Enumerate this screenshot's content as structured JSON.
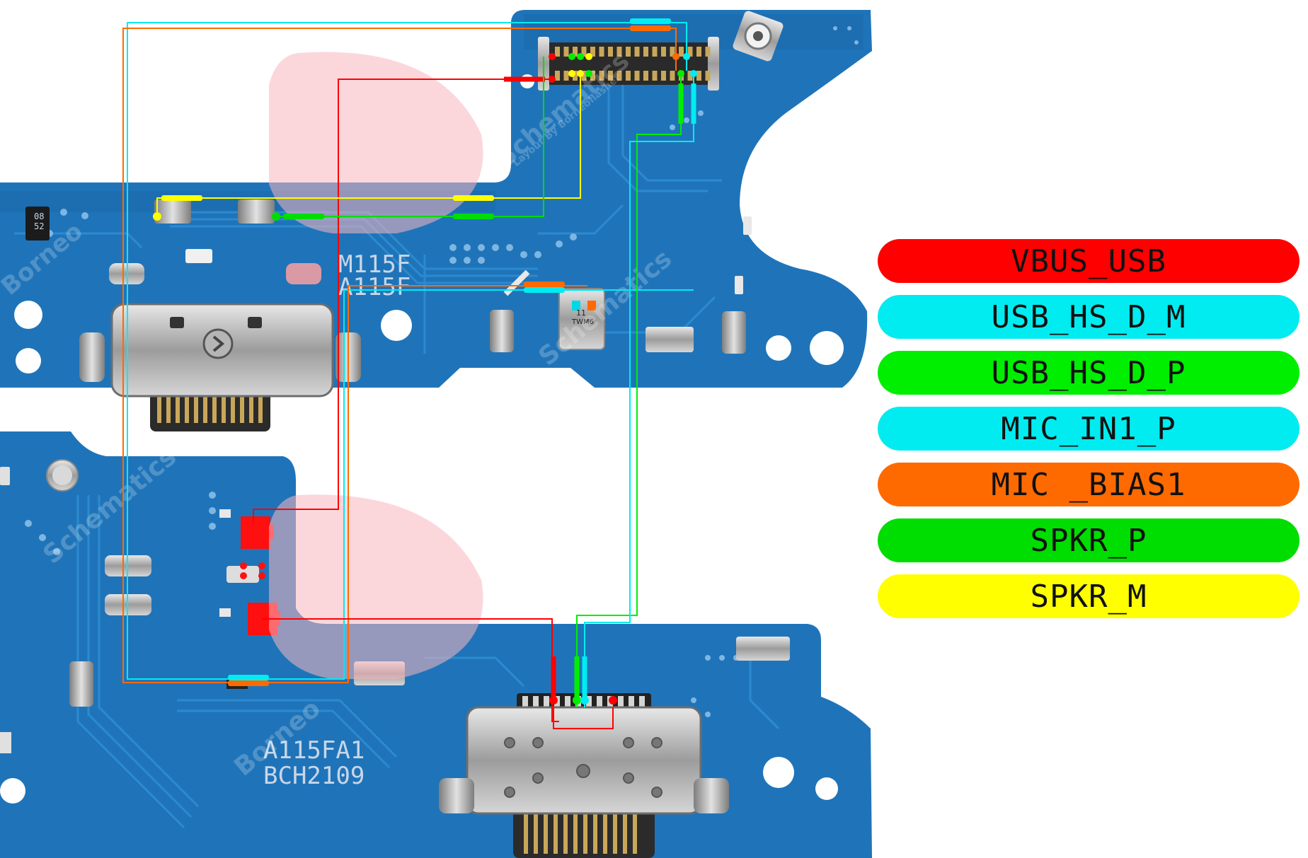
{
  "legend": [
    {
      "label": "VBUS_USB",
      "color": "#ff0000"
    },
    {
      "label": "USB_HS_D_M",
      "color": "#00ecf0"
    },
    {
      "label": "USB_HS_D_P",
      "color": "#00ee00"
    },
    {
      "label": "MIC_IN1_P",
      "color": "#00ecf0"
    },
    {
      "label": "MIC _BIAS1",
      "color": "#ff6a00"
    },
    {
      "label": "SPKR_P",
      "color": "#00dd00"
    },
    {
      "label": "SPKR_M",
      "color": "#ffff00"
    }
  ],
  "silkscreen": {
    "top_model": "M115F",
    "top_model2": "A115F",
    "chip_text": "TWM6",
    "chip_num": "11",
    "bottom_model": "A115FA1",
    "bottom_code": "BCH2109",
    "ic_text1": "08",
    "ic_text2": "52"
  },
  "watermark": {
    "brand": "Borneo",
    "brand2": "Schematics",
    "tag": "Layout By Borneoflasher"
  },
  "colors": {
    "pcb": "#1f74b9",
    "pcb_dark": "#17609d",
    "trace": "#2c86c8",
    "metal": "#b7b7b7"
  }
}
